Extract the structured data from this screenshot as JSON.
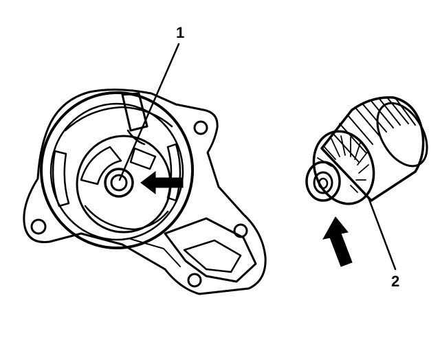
{
  "diagram": {
    "ink_color": "#000000",
    "background_color": "#ffffff",
    "callouts": [
      {
        "id": "1",
        "label": "1"
      },
      {
        "id": "2",
        "label": "2"
      }
    ]
  }
}
